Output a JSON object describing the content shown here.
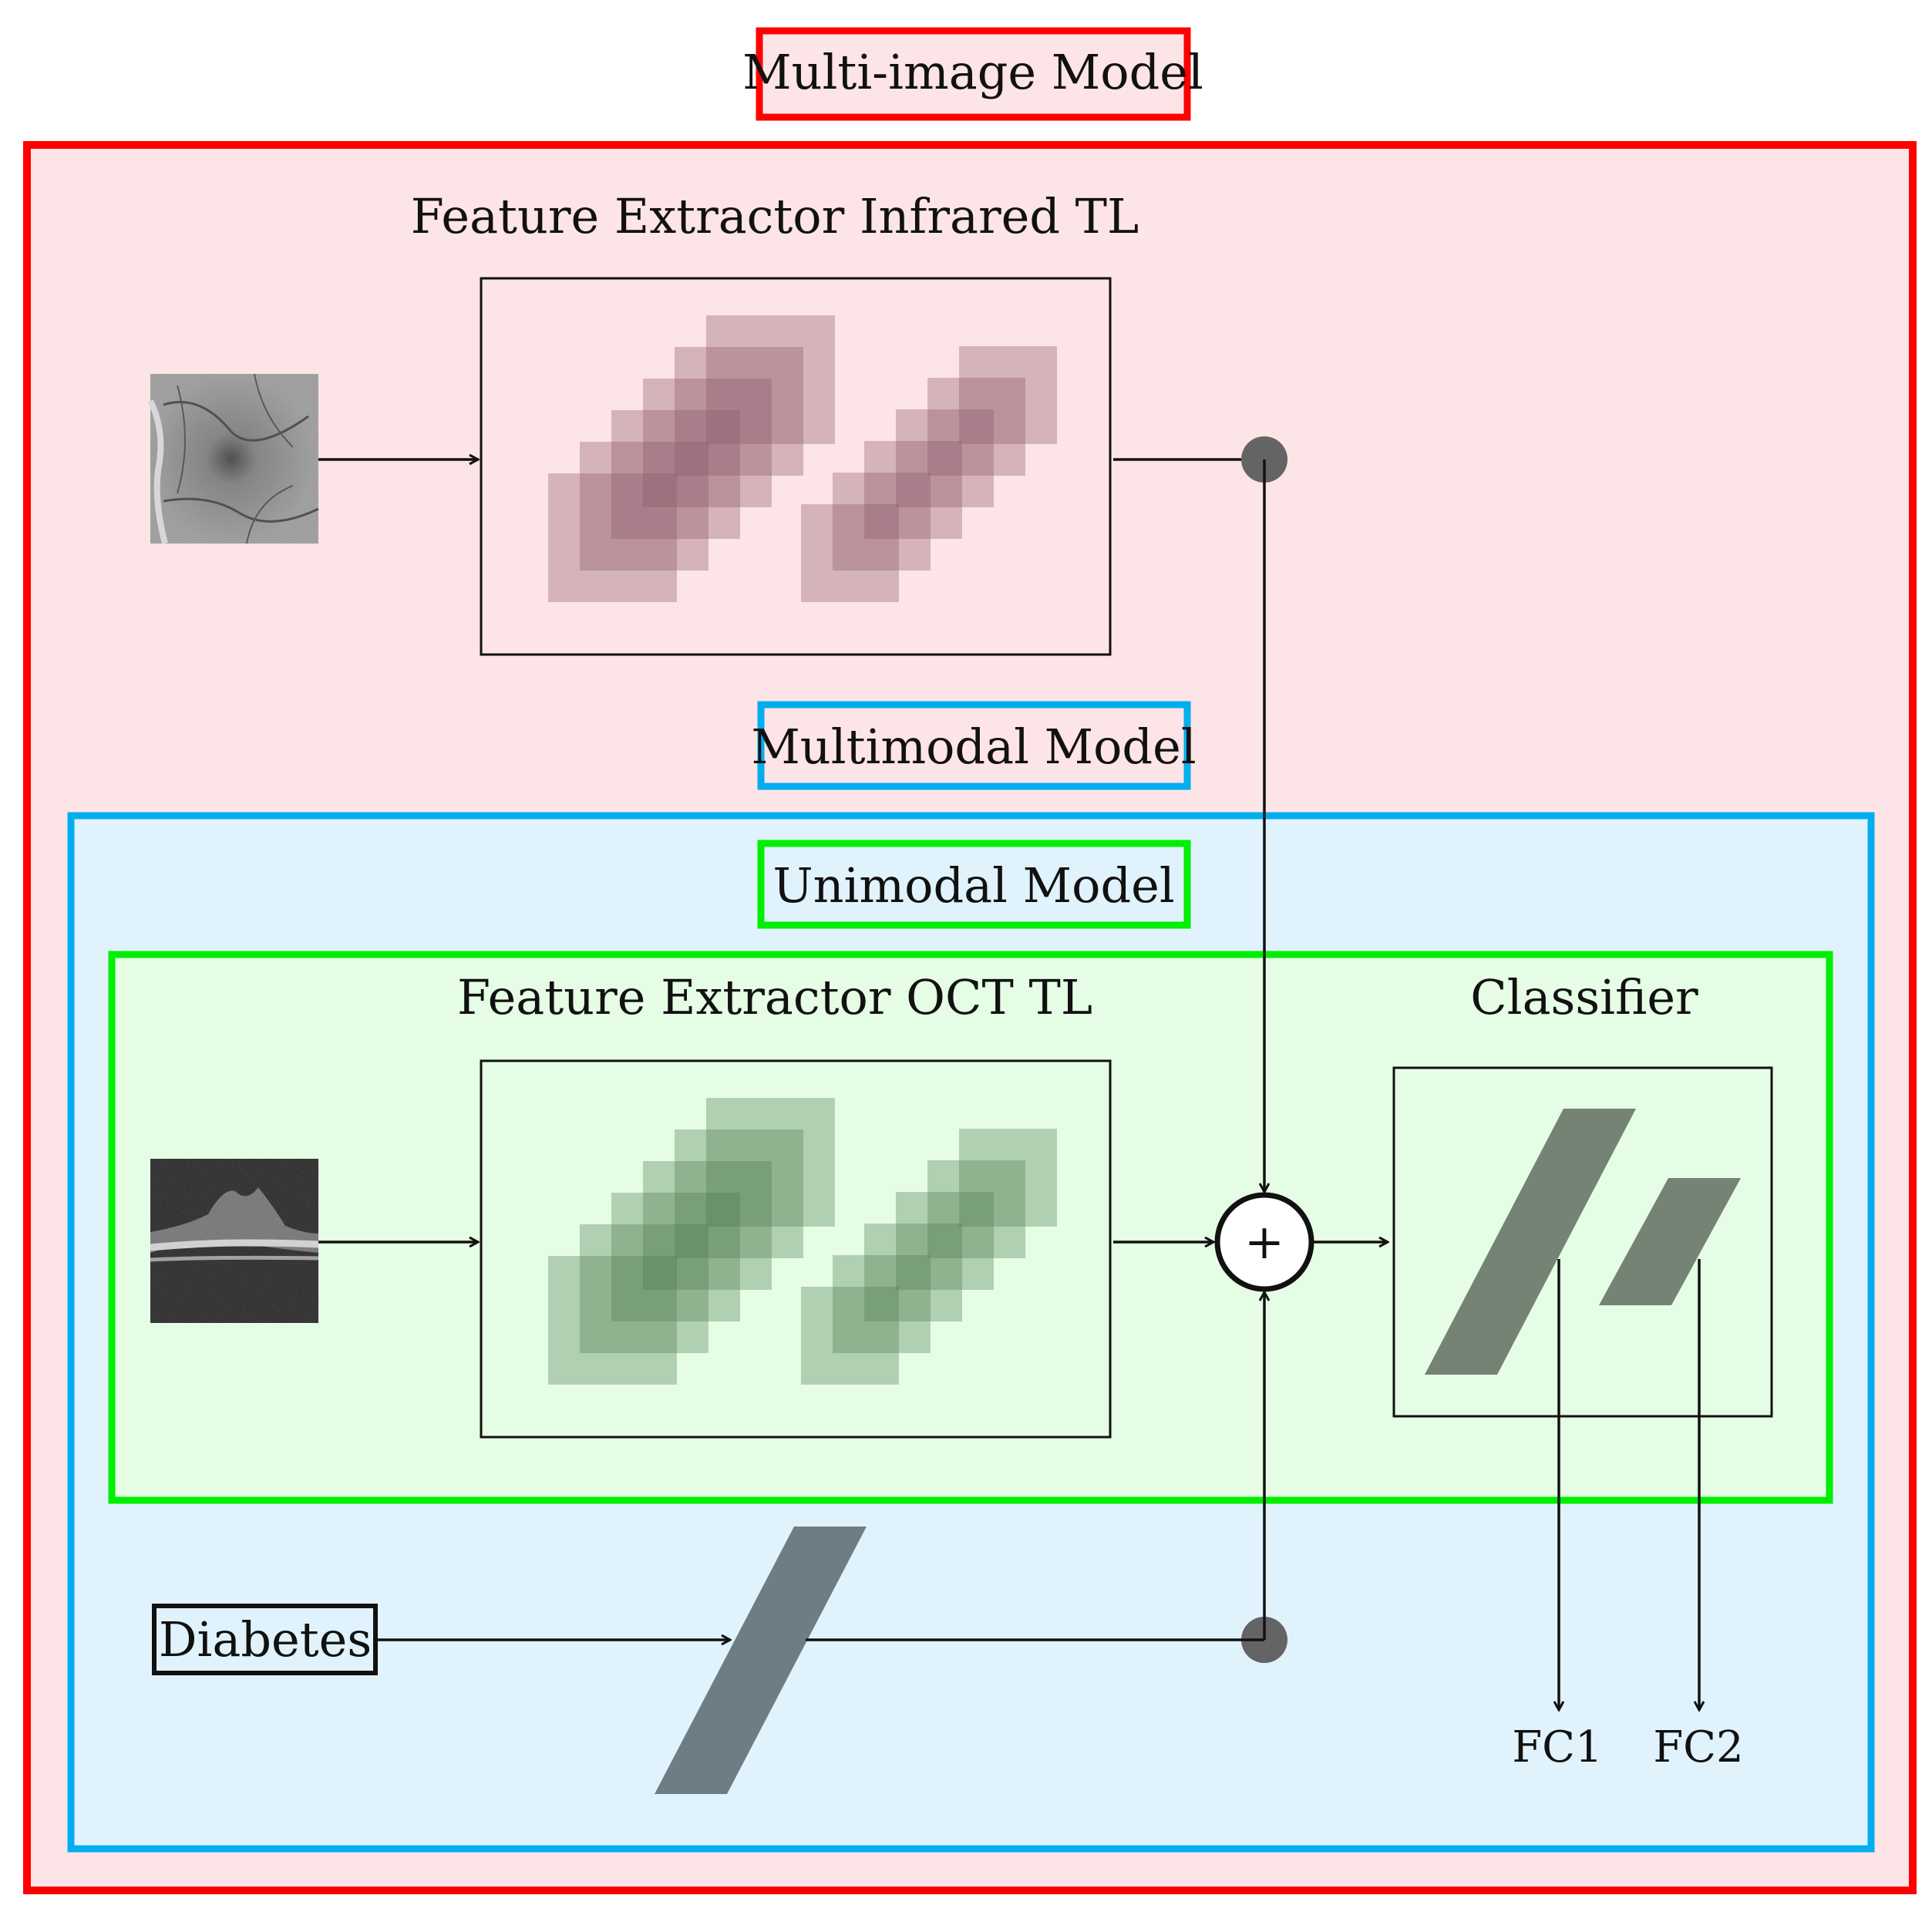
{
  "colors": {
    "multi_image": "#ff0000",
    "multi_image_fill": "#fde4e6",
    "multimodal": "#00aeef",
    "multimodal_fill": "#e0f3fc",
    "unimodal": "#00ee00",
    "unimodal_fill": "#e5fde5",
    "ir_blocks": "#8a5a66",
    "oct_blocks": "#4f7a4f",
    "classifier_fc": "#748374",
    "diabetes_fc": "#6e7c84",
    "node_dot": "#646464"
  },
  "labels": {
    "multi_image_model": "Multi-image Model",
    "multimodal_model": "Multimodal Model",
    "unimodal_model": "Unimodal Model",
    "feature_extractor_ir": "Feature Extractor Infrared TL",
    "feature_extractor_oct": "Feature Extractor OCT TL",
    "classifier": "Classifier",
    "diabetes": "Diabetes",
    "plus": "+",
    "fc1": "FC1",
    "fc2": "FC2"
  },
  "icons": {
    "infrared_image": "infrared-fundus-image",
    "oct_image": "oct-scan-image",
    "sum_node": "plus-circle-icon",
    "junction": "dot-icon"
  }
}
